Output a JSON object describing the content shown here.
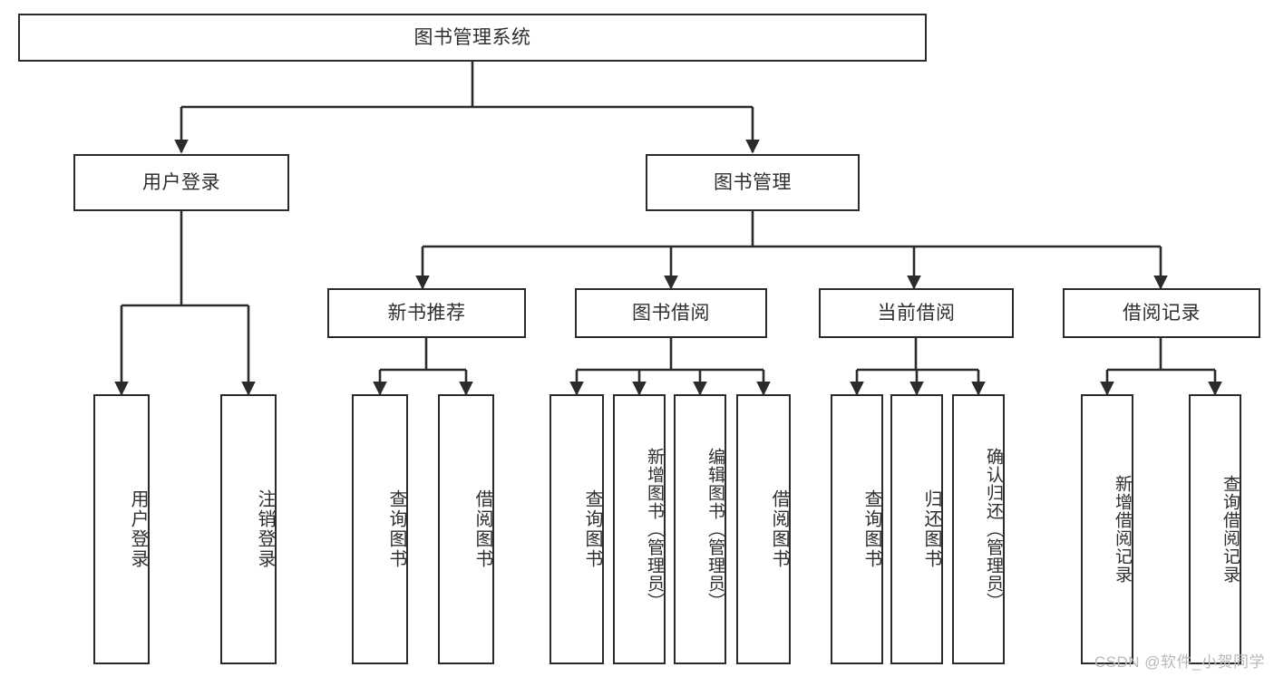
{
  "diagram": {
    "type": "tree",
    "title": "图书管理系统",
    "orientation": "top-down",
    "colors": {
      "box_border": "#2b2b2b",
      "box_fill": "#ffffff",
      "text": "#2f2f2f",
      "edge": "#2b2b2b",
      "watermark": "#b9b9b9",
      "background": "#ffffff"
    }
  },
  "nodes": {
    "root": {
      "label": "图书管理系统"
    },
    "level2": [
      {
        "label": "用户登录"
      },
      {
        "label": "图书管理"
      }
    ],
    "level3": [
      {
        "label": "新书推荐"
      },
      {
        "label": "图书借阅"
      },
      {
        "label": "当前借阅"
      },
      {
        "label": "借阅记录"
      }
    ],
    "leaves": {
      "user_login": [
        {
          "label": "用户登录"
        },
        {
          "label": "注销登录"
        }
      ],
      "new_book_recommend": [
        {
          "label": "查询图书"
        },
        {
          "label": "借阅图书"
        }
      ],
      "book_borrow": [
        {
          "label": "查询图书"
        },
        {
          "label": "新增图书（管理员）"
        },
        {
          "label": "编辑图书（管理员）"
        },
        {
          "label": "借阅图书"
        }
      ],
      "current_borrow": [
        {
          "label": "查询图书"
        },
        {
          "label": "归还图书"
        },
        {
          "label": "确认归还（管理员）"
        }
      ],
      "borrow_record": [
        {
          "label": "新增借阅记录"
        },
        {
          "label": "查询借阅记录"
        }
      ]
    }
  },
  "watermark": {
    "text": "CSDN @软件_小贺同学"
  }
}
